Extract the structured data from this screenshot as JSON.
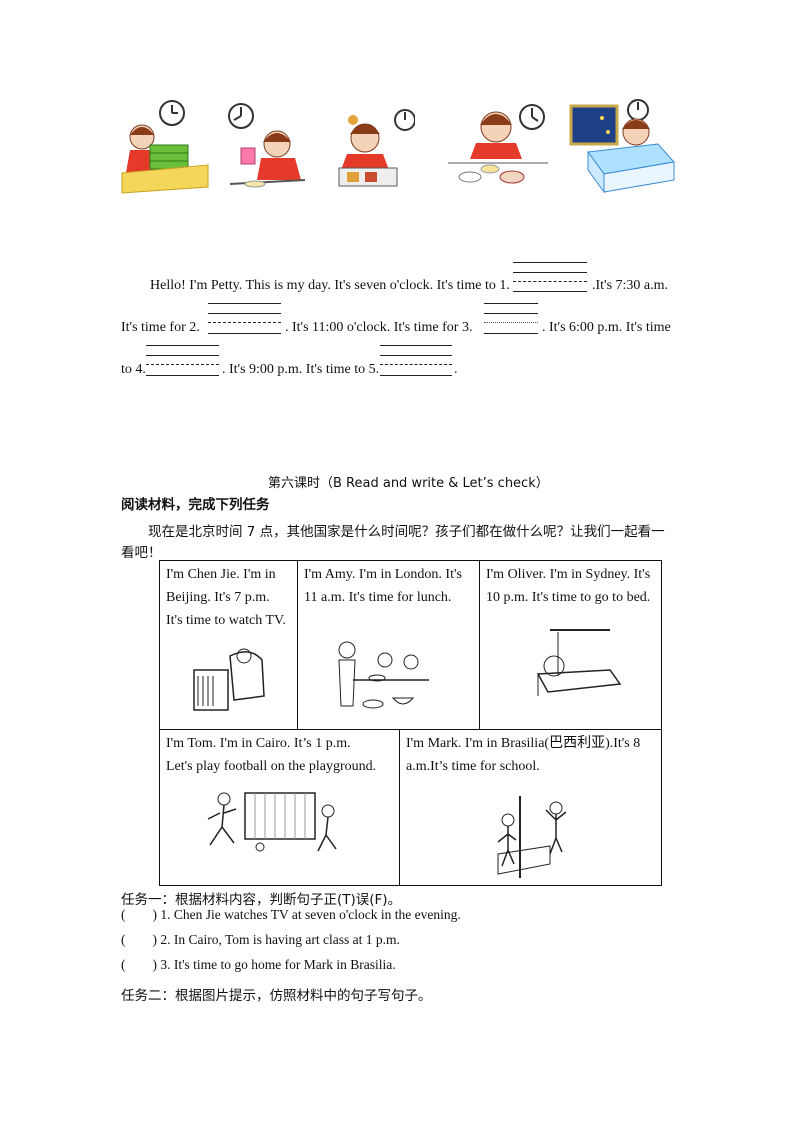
{
  "story": {
    "line1_start": "Hello! I'm Petty. This is my day. It's seven o'clock. It's time to 1.",
    "line1_end": ".It's 7:30 a.m.",
    "line2_start": "It's time for 2.",
    "line2_mid": ". It's 11:00 o'clock. It's time for 3.",
    "line2_end": ". It's 6:00 p.m. It's time",
    "line3_start": "to 4.",
    "line3_mid": ". It's 9:00 p.m. It's time to 5.",
    "line3_end": "."
  },
  "lesson": {
    "title": "第六课时（B Read and write  & Let’s check）",
    "instruction": "阅读材料，完成下列任务",
    "intro_line1": "现在是北京时间 7 点，其他国家是什么时间呢？孩子们都在做什么呢？让我们一起看一",
    "intro_line2": "看吧！"
  },
  "table": {
    "chen": [
      "I'm  Chen  Jie.  I'm  in",
      "Beijing.  It's  7  p.m.",
      "It's time to watch TV."
    ],
    "amy": [
      "I'm Amy. I'm in London. It's",
      "11 a.m. It's time for lunch."
    ],
    "oliver": [
      "I'm Oliver. I'm in Sydney. It's",
      "10 p.m. It's time to go to bed."
    ],
    "tom": [
      "I'm  Tom.  I'm  in  Cairo.  It’s  1  p.m.",
      "Let's play football on the playground."
    ],
    "mark": [
      "I'm Mark. I'm in Brasilia(巴西利亚).It's 8",
      "a.m.It’s time for school."
    ]
  },
  "task1": {
    "title": "任务一：根据材料内容，判断句子正(T)误(F)。",
    "q1": "(        ) 1. Chen Jie watches TV at seven o'clock in the evening.",
    "q2": "(        ) 2. In Cairo, Tom is having art class at 1 p.m.",
    "q3": "(        ) 3. It's time to go home for Mark in Brasilia."
  },
  "task2": {
    "title": "任务二：根据图片提示，仿照材料中的句子写句子。"
  }
}
